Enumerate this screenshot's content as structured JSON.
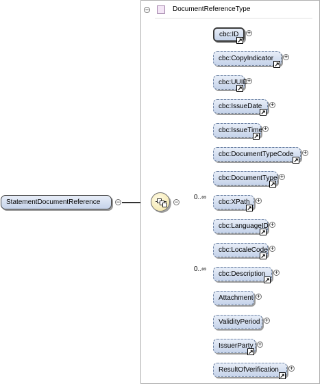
{
  "root": {
    "label": "StatementDocumentReference"
  },
  "type": {
    "label": "DocumentReferenceType"
  },
  "children": [
    {
      "label": "cbc:ID",
      "optional": false,
      "selected": true,
      "link": true,
      "cardinality": ""
    },
    {
      "label": "cbc:CopyIndicator",
      "optional": true,
      "selected": false,
      "link": true,
      "cardinality": ""
    },
    {
      "label": "cbc:UUID",
      "optional": true,
      "selected": false,
      "link": true,
      "cardinality": ""
    },
    {
      "label": "cbc:IssueDate",
      "optional": true,
      "selected": false,
      "link": true,
      "cardinality": ""
    },
    {
      "label": "cbc:IssueTime",
      "optional": true,
      "selected": false,
      "link": true,
      "cardinality": ""
    },
    {
      "label": "cbc:DocumentTypeCode",
      "optional": true,
      "selected": false,
      "link": true,
      "cardinality": ""
    },
    {
      "label": "cbc:DocumentType",
      "optional": true,
      "selected": false,
      "link": true,
      "cardinality": ""
    },
    {
      "label": "cbc:XPath",
      "optional": true,
      "selected": false,
      "link": true,
      "cardinality": "0..∞"
    },
    {
      "label": "cbc:LanguageID",
      "optional": true,
      "selected": false,
      "link": true,
      "cardinality": ""
    },
    {
      "label": "cbc:LocaleCode",
      "optional": true,
      "selected": false,
      "link": true,
      "cardinality": ""
    },
    {
      "label": "cbc:Description",
      "optional": true,
      "selected": false,
      "link": true,
      "cardinality": "0..∞"
    },
    {
      "label": "Attachment",
      "optional": true,
      "selected": false,
      "link": false,
      "cardinality": ""
    },
    {
      "label": "ValidityPeriod",
      "optional": true,
      "selected": false,
      "link": false,
      "cardinality": ""
    },
    {
      "label": "IssuerParty",
      "optional": true,
      "selected": false,
      "link": true,
      "cardinality": ""
    },
    {
      "label": "ResultOfVerification",
      "optional": true,
      "selected": false,
      "link": true,
      "cardinality": ""
    }
  ],
  "colors": {
    "box_fill_top": "#e8eef8",
    "box_fill_bottom": "#c5d3ea",
    "box_border": "#6a7fa0",
    "sequence_fill": "#fff6c8"
  }
}
